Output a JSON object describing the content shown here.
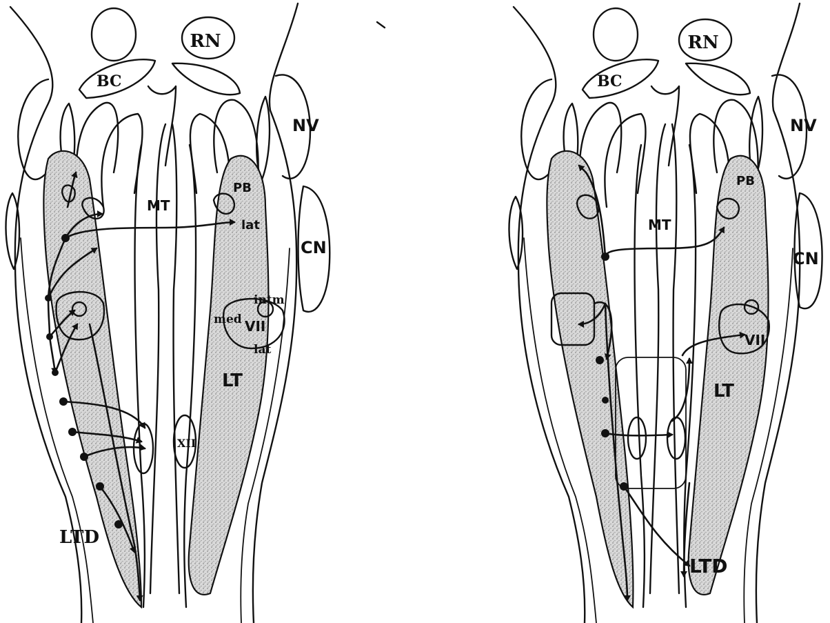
{
  "panels": [
    {
      "id": "left",
      "labels": {
        "rn": "RN",
        "bc": "BC",
        "nv": "NV",
        "cn": "CN",
        "mt": "MT",
        "pb": "PB",
        "lat_nucleus": "lat",
        "intm": "intm",
        "med": "med",
        "vii": "VII",
        "lat": "lat",
        "lt": "LT",
        "xii": "XII",
        "ltd": "LTD"
      }
    },
    {
      "id": "right",
      "labels": {
        "rn": "RN",
        "bc": "BC",
        "nv": "NV",
        "cn": "CN",
        "mt": "MT",
        "pb": "PB",
        "vii": "VII",
        "lt": "LT",
        "ltd": "LTD"
      }
    }
  ]
}
